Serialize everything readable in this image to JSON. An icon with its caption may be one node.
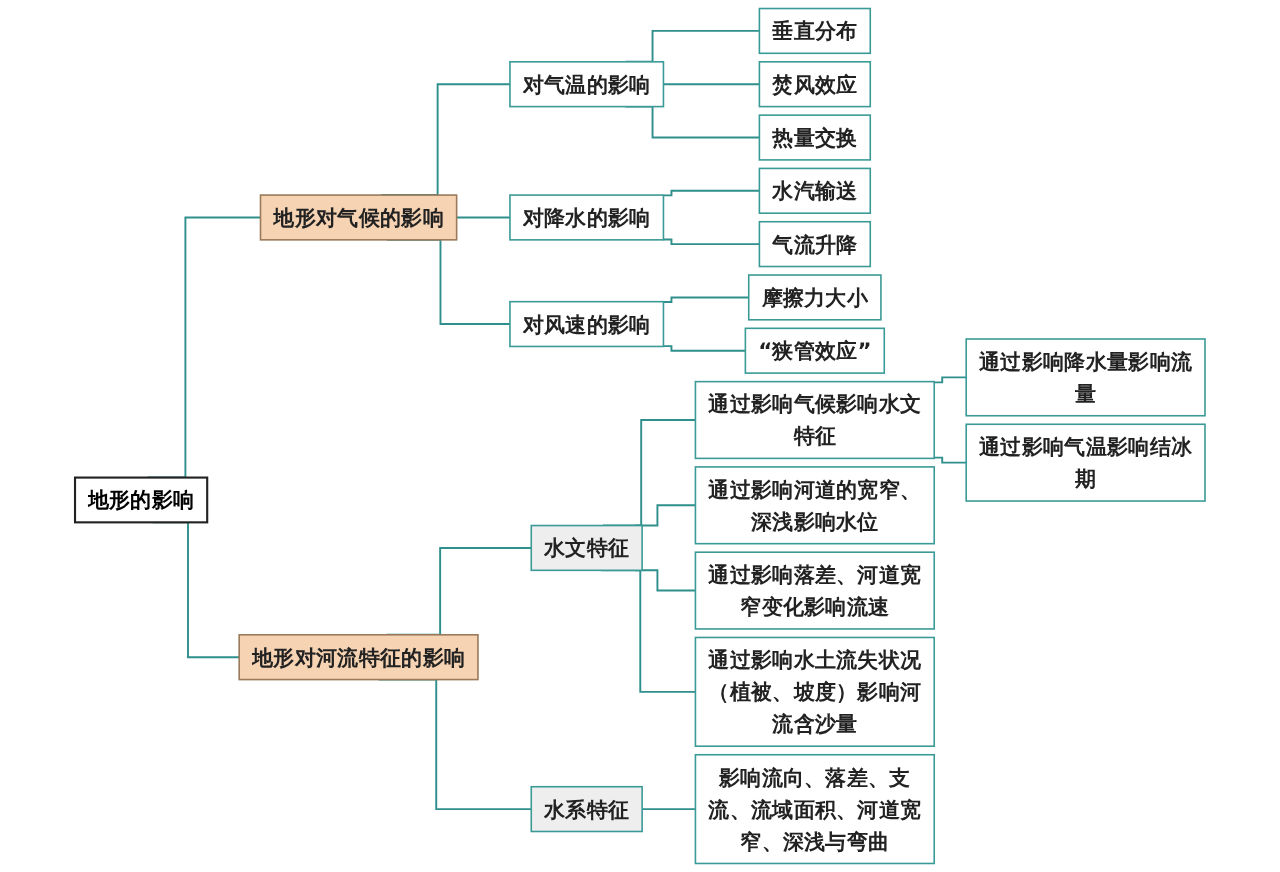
{
  "diagram": {
    "nodes": [
      {
        "text": [
          "地形的影响"
        ]
      },
      {
        "text": [
          "地形对气候的影响"
        ]
      },
      {
        "text": [
          "对气温的影响"
        ]
      },
      {
        "text": [
          "垂直分布"
        ]
      },
      {
        "text": [
          "焚风效应"
        ]
      },
      {
        "text": [
          "热量交换"
        ]
      },
      {
        "text": [
          "对降水的影响"
        ]
      },
      {
        "text": [
          "水汽输送"
        ]
      },
      {
        "text": [
          "气流升降"
        ]
      },
      {
        "text": [
          "对风速的影响"
        ]
      },
      {
        "text": [
          "摩擦力大小"
        ]
      },
      {
        "text": [
          "“狭管效应”"
        ]
      },
      {
        "text": [
          "地形对河流特征的影响"
        ]
      },
      {
        "text": [
          "水文特征"
        ]
      },
      {
        "text": [
          "通过影响气候影响水文特征"
        ]
      },
      {
        "text": [
          "通过影响降水量影响流量"
        ]
      },
      {
        "text": [
          "通过影响气温影响结冰期"
        ]
      },
      {
        "text": [
          "通过影响河道的宽窄、深浅影响水位"
        ]
      },
      {
        "text": [
          "通过影响落差、河道宽窄变化影响流速"
        ]
      },
      {
        "text": [
          "通过影响水土流失状况（植被、坡度）影响河流含沙量"
        ]
      },
      {
        "text": [
          "水系特征"
        ]
      },
      {
        "text": [
          "影响流向、落差、支流、流域面积、河道宽窄、深浅与弯曲"
        ]
      }
    ],
    "edges": [
      {
        "from": 0,
        "to": 1,
        "arrow": "none"
      },
      {
        "from": 1,
        "to": 2,
        "arrow": "none"
      },
      {
        "from": 2,
        "to": 3,
        "arrow": "none"
      },
      {
        "from": 2,
        "to": 4,
        "arrow": "none"
      },
      {
        "from": 2,
        "to": 5,
        "arrow": "none"
      },
      {
        "from": 1,
        "to": 6,
        "arrow": "none"
      },
      {
        "from": 6,
        "to": 7,
        "arrow": "none"
      },
      {
        "from": 6,
        "to": 8,
        "arrow": "none"
      },
      {
        "from": 1,
        "to": 9,
        "arrow": "none"
      },
      {
        "from": 9,
        "to": 10,
        "arrow": "none"
      },
      {
        "from": 9,
        "to": 11,
        "arrow": "none"
      },
      {
        "from": 0,
        "to": 12,
        "arrow": "none"
      },
      {
        "from": 12,
        "to": 13,
        "arrow": "none"
      },
      {
        "from": 13,
        "to": 14,
        "arrow": "none"
      },
      {
        "from": 14,
        "to": 15,
        "arrow": "none"
      },
      {
        "from": 14,
        "to": 16,
        "arrow": "none"
      },
      {
        "from": 13,
        "to": 17,
        "arrow": "none"
      },
      {
        "from": 13,
        "to": 18,
        "arrow": "none"
      },
      {
        "from": 13,
        "to": 19,
        "arrow": "none"
      },
      {
        "from": 12,
        "to": 20,
        "arrow": "none"
      },
      {
        "from": 20,
        "to": 21,
        "arrow": "none"
      }
    ]
  }
}
